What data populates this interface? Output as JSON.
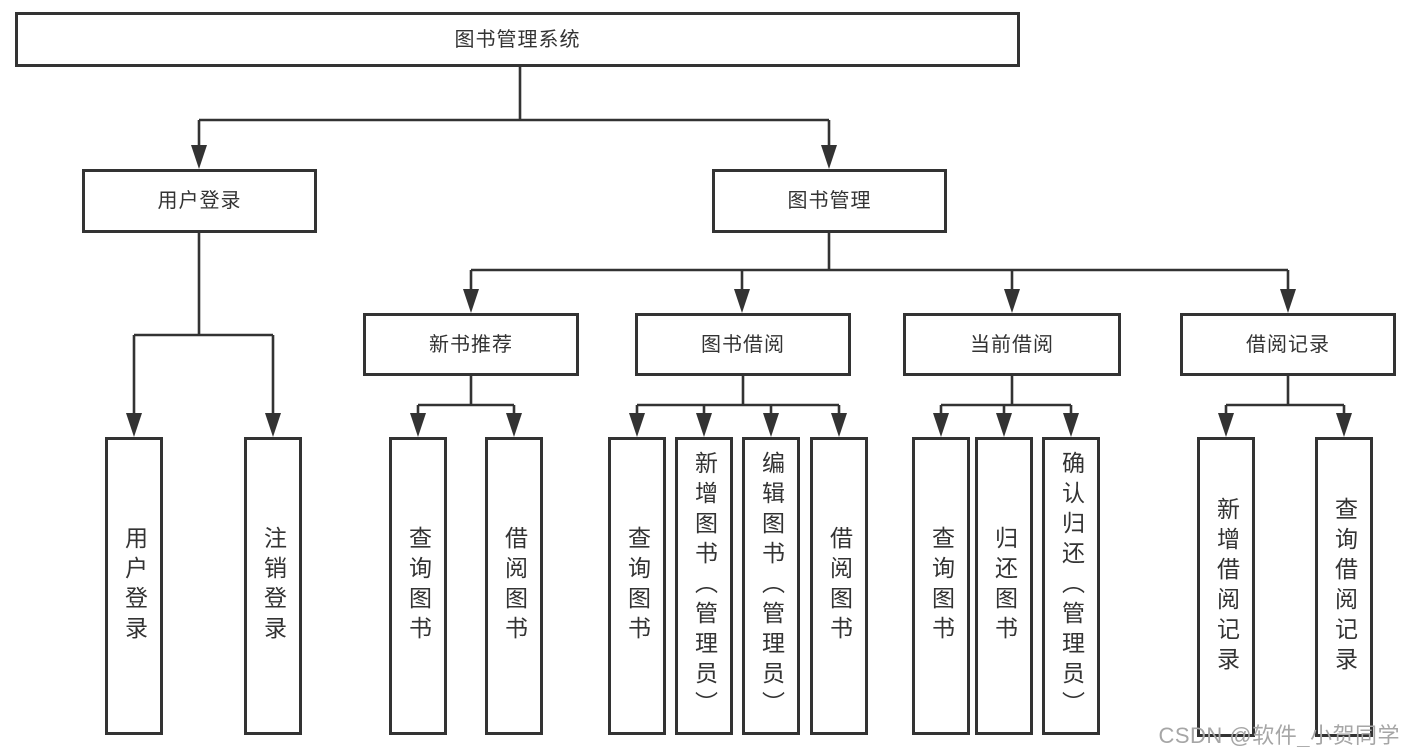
{
  "diagram": {
    "title": "图书管理系统",
    "nodes": {
      "root": "图书管理系统",
      "user_login": "用户登录",
      "book_mgmt": "图书管理",
      "new_book_rec": "新书推荐",
      "book_borrow": "图书借阅",
      "current_borrow": "当前借阅",
      "borrow_records": "借阅记录",
      "ul_login": "用户登录",
      "ul_logout": "注销登录",
      "nbr_query": "查询图书",
      "nbr_borrow": "借阅图书",
      "bb_query": "查询图书",
      "bb_add": "新增图书（管理员）",
      "bb_edit": "编辑图书（管理员）",
      "bb_borrow": "借阅图书",
      "cb_query": "查询图书",
      "cb_return": "归还图书",
      "cb_confirm": "确认归还（管理员）",
      "br_add": "新增借阅记录",
      "br_query": "查询借阅记录"
    },
    "colors": {
      "line": "#333333",
      "box_border": "#333333",
      "text": "#333333",
      "background": "#ffffff",
      "watermark": "#a6a6a6"
    }
  },
  "watermark": {
    "text": "CSDN @软件_小贺同学"
  }
}
